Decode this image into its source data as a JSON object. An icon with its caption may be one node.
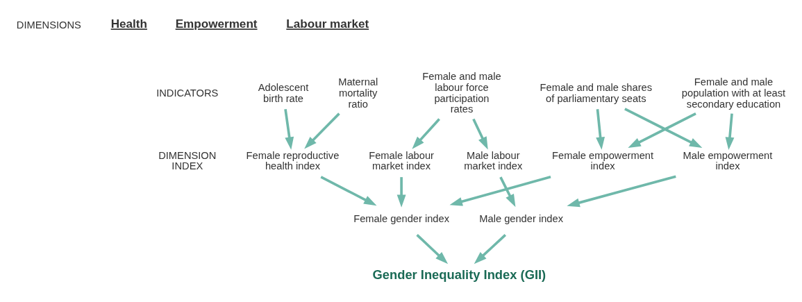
{
  "diagram": {
    "nodes": [
      {
        "text": [
          "Maternal mortality ratio"
        ]
      },
      {
        "text": [
          "Adolescent birth rate"
        ]
      },
      {
        "text": [
          "Female and male population with at least secondary education"
        ]
      },
      {
        "text": [
          "Female and male shares of parliamentary seats"
        ]
      },
      {
        "text": [
          "Female and male labour force participation rates"
        ]
      },
      {
        "text": [
          "Female reproductive health index"
        ]
      },
      {
        "text": [
          "Female empowerment index"
        ]
      },
      {
        "text": [
          "Female labour market index"
        ]
      },
      {
        "text": [
          "Male empowerment index"
        ]
      },
      {
        "text": [
          "Male labour market index"
        ]
      },
      {
        "text": [
          "Female gender index"
        ]
      },
      {
        "text": [
          "Male gender index"
        ]
      },
      {
        "text": [
          "Gender Inequality Index (GII)"
        ]
      }
    ],
    "edges": [
      {
        "from": 0,
        "to": 5,
        "arrow": "to"
      },
      {
        "from": 1,
        "to": 5,
        "arrow": "to"
      },
      {
        "from": 2,
        "to": 6,
        "arrow": "to"
      },
      {
        "from": 2,
        "to": 8,
        "arrow": "to"
      },
      {
        "from": 3,
        "to": 6,
        "arrow": "to"
      },
      {
        "from": 3,
        "to": 8,
        "arrow": "to"
      },
      {
        "from": 4,
        "to": 7,
        "arrow": "to"
      },
      {
        "from": 4,
        "to": 9,
        "arrow": "to"
      },
      {
        "from": 5,
        "to": 10,
        "arrow": "to"
      },
      {
        "from": 6,
        "to": 10,
        "arrow": "to"
      },
      {
        "from": 7,
        "to": 10,
        "arrow": "to"
      },
      {
        "from": 8,
        "to": 11,
        "arrow": "to"
      },
      {
        "from": 9,
        "to": 11,
        "arrow": "to"
      },
      {
        "from": 10,
        "to": 12,
        "arrow": "to"
      },
      {
        "from": 11,
        "to": 12,
        "arrow": "to"
      }
    ],
    "labels": [
      "DIMENSIONS",
      "Health",
      "Empowerment",
      "Labour market",
      "INDICATORS",
      "DIMENSION INDEX"
    ]
  }
}
